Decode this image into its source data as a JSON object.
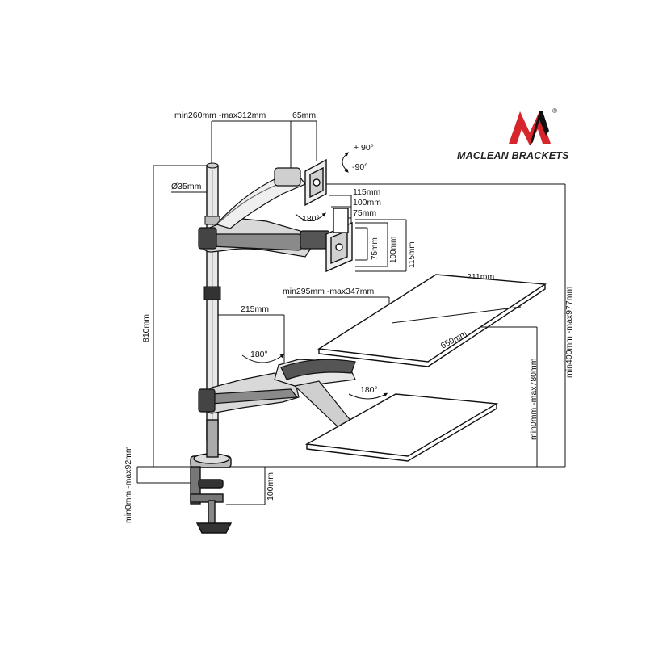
{
  "brand": {
    "name": "MACLEAN BRACKETS",
    "mark": "M",
    "registered": "®",
    "colors": {
      "mark_red": "#d6262b",
      "mark_dark": "#111111"
    }
  },
  "dimensions": {
    "arm_reach": "min260mm -max312mm",
    "vesa_offset": "65mm",
    "tilt_up": "+ 90°",
    "tilt_down": "-90°",
    "pole_diameter": "Ø35mm",
    "monitor_rotate": "180°",
    "vesa_115_h": "115mm",
    "vesa_100_h": "100mm",
    "vesa_75_h": "75mm",
    "vesa_75_v": "75mm",
    "vesa_100_v": "100mm",
    "vesa_115_v": "115mm",
    "pole_height": "810mm",
    "tray_reach": "min295mm -max347mm",
    "tray_depth": "211mm",
    "tray_width": "650mm",
    "lower_arm": "215mm",
    "lower_rotate": "180°",
    "tray_rotate": "180°",
    "total_height": "min400mm -max977mm",
    "tray_height": "min0mm -max780mm",
    "clamp_range": "min0mm -max92mm",
    "clamp_depth": "100mm"
  }
}
